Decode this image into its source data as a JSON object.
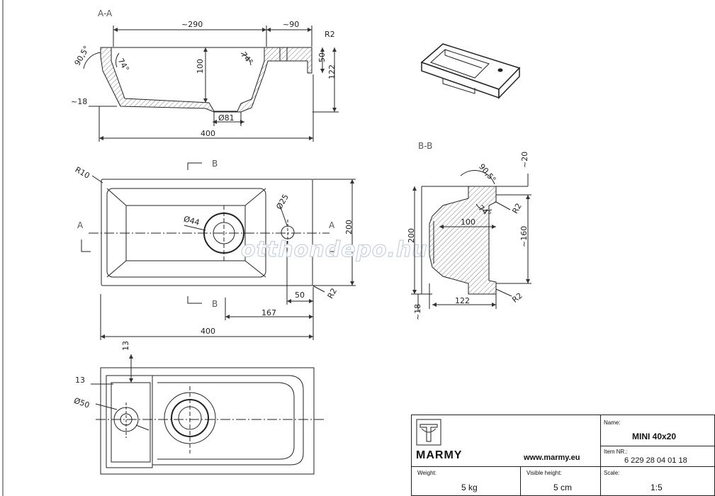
{
  "sections": {
    "a_a": "A-A",
    "b_b": "B-B"
  },
  "dims_aa": {
    "top_length": "~290",
    "top_rim": "~90",
    "radius_top": "R2",
    "angle_outer": "90,5°",
    "angle_left": "74°",
    "angle_right": "74°",
    "depth": "100",
    "height_50": "50",
    "height_122": "122",
    "bottom_18": "~18",
    "drain": "Ø81",
    "width": "400"
  },
  "dims_plan": {
    "radius": "R10",
    "tap_hole": "Ø25",
    "drain": "Ø44",
    "section_a_left": "A",
    "section_a_right": "A",
    "section_b_top": "B",
    "section_b_bottom": "B",
    "height": "200",
    "offset_50": "50",
    "radius_r2": "R2",
    "offset_167": "167",
    "width": "400"
  },
  "dims_bb": {
    "angle_outer": "90,5°",
    "top_20": "~20",
    "angle_inner": "74°",
    "radius_top": "R2",
    "depth": "100",
    "outer_200": "200",
    "inner_160": "~160",
    "bottom_18": "~18",
    "height_122": "122",
    "radius_bottom": "R2"
  },
  "dims_bottom": {
    "top_13": "13",
    "left_13": "13",
    "hole": "Ø50"
  },
  "watermark": "otthondepo.hu",
  "title_block": {
    "brand": "MARMY",
    "website": "www.marmy.eu",
    "name_label": "Name:",
    "name_value": "MINI 40x20",
    "item_label": "Item NR.:",
    "item_value": "6 229 28 04 01 18",
    "weight_label": "Weight:",
    "weight_value": "5 kg",
    "height_label": "Visible height:",
    "height_value": "5 cm",
    "scale_label": "Scale:",
    "scale_value": "1:5"
  }
}
